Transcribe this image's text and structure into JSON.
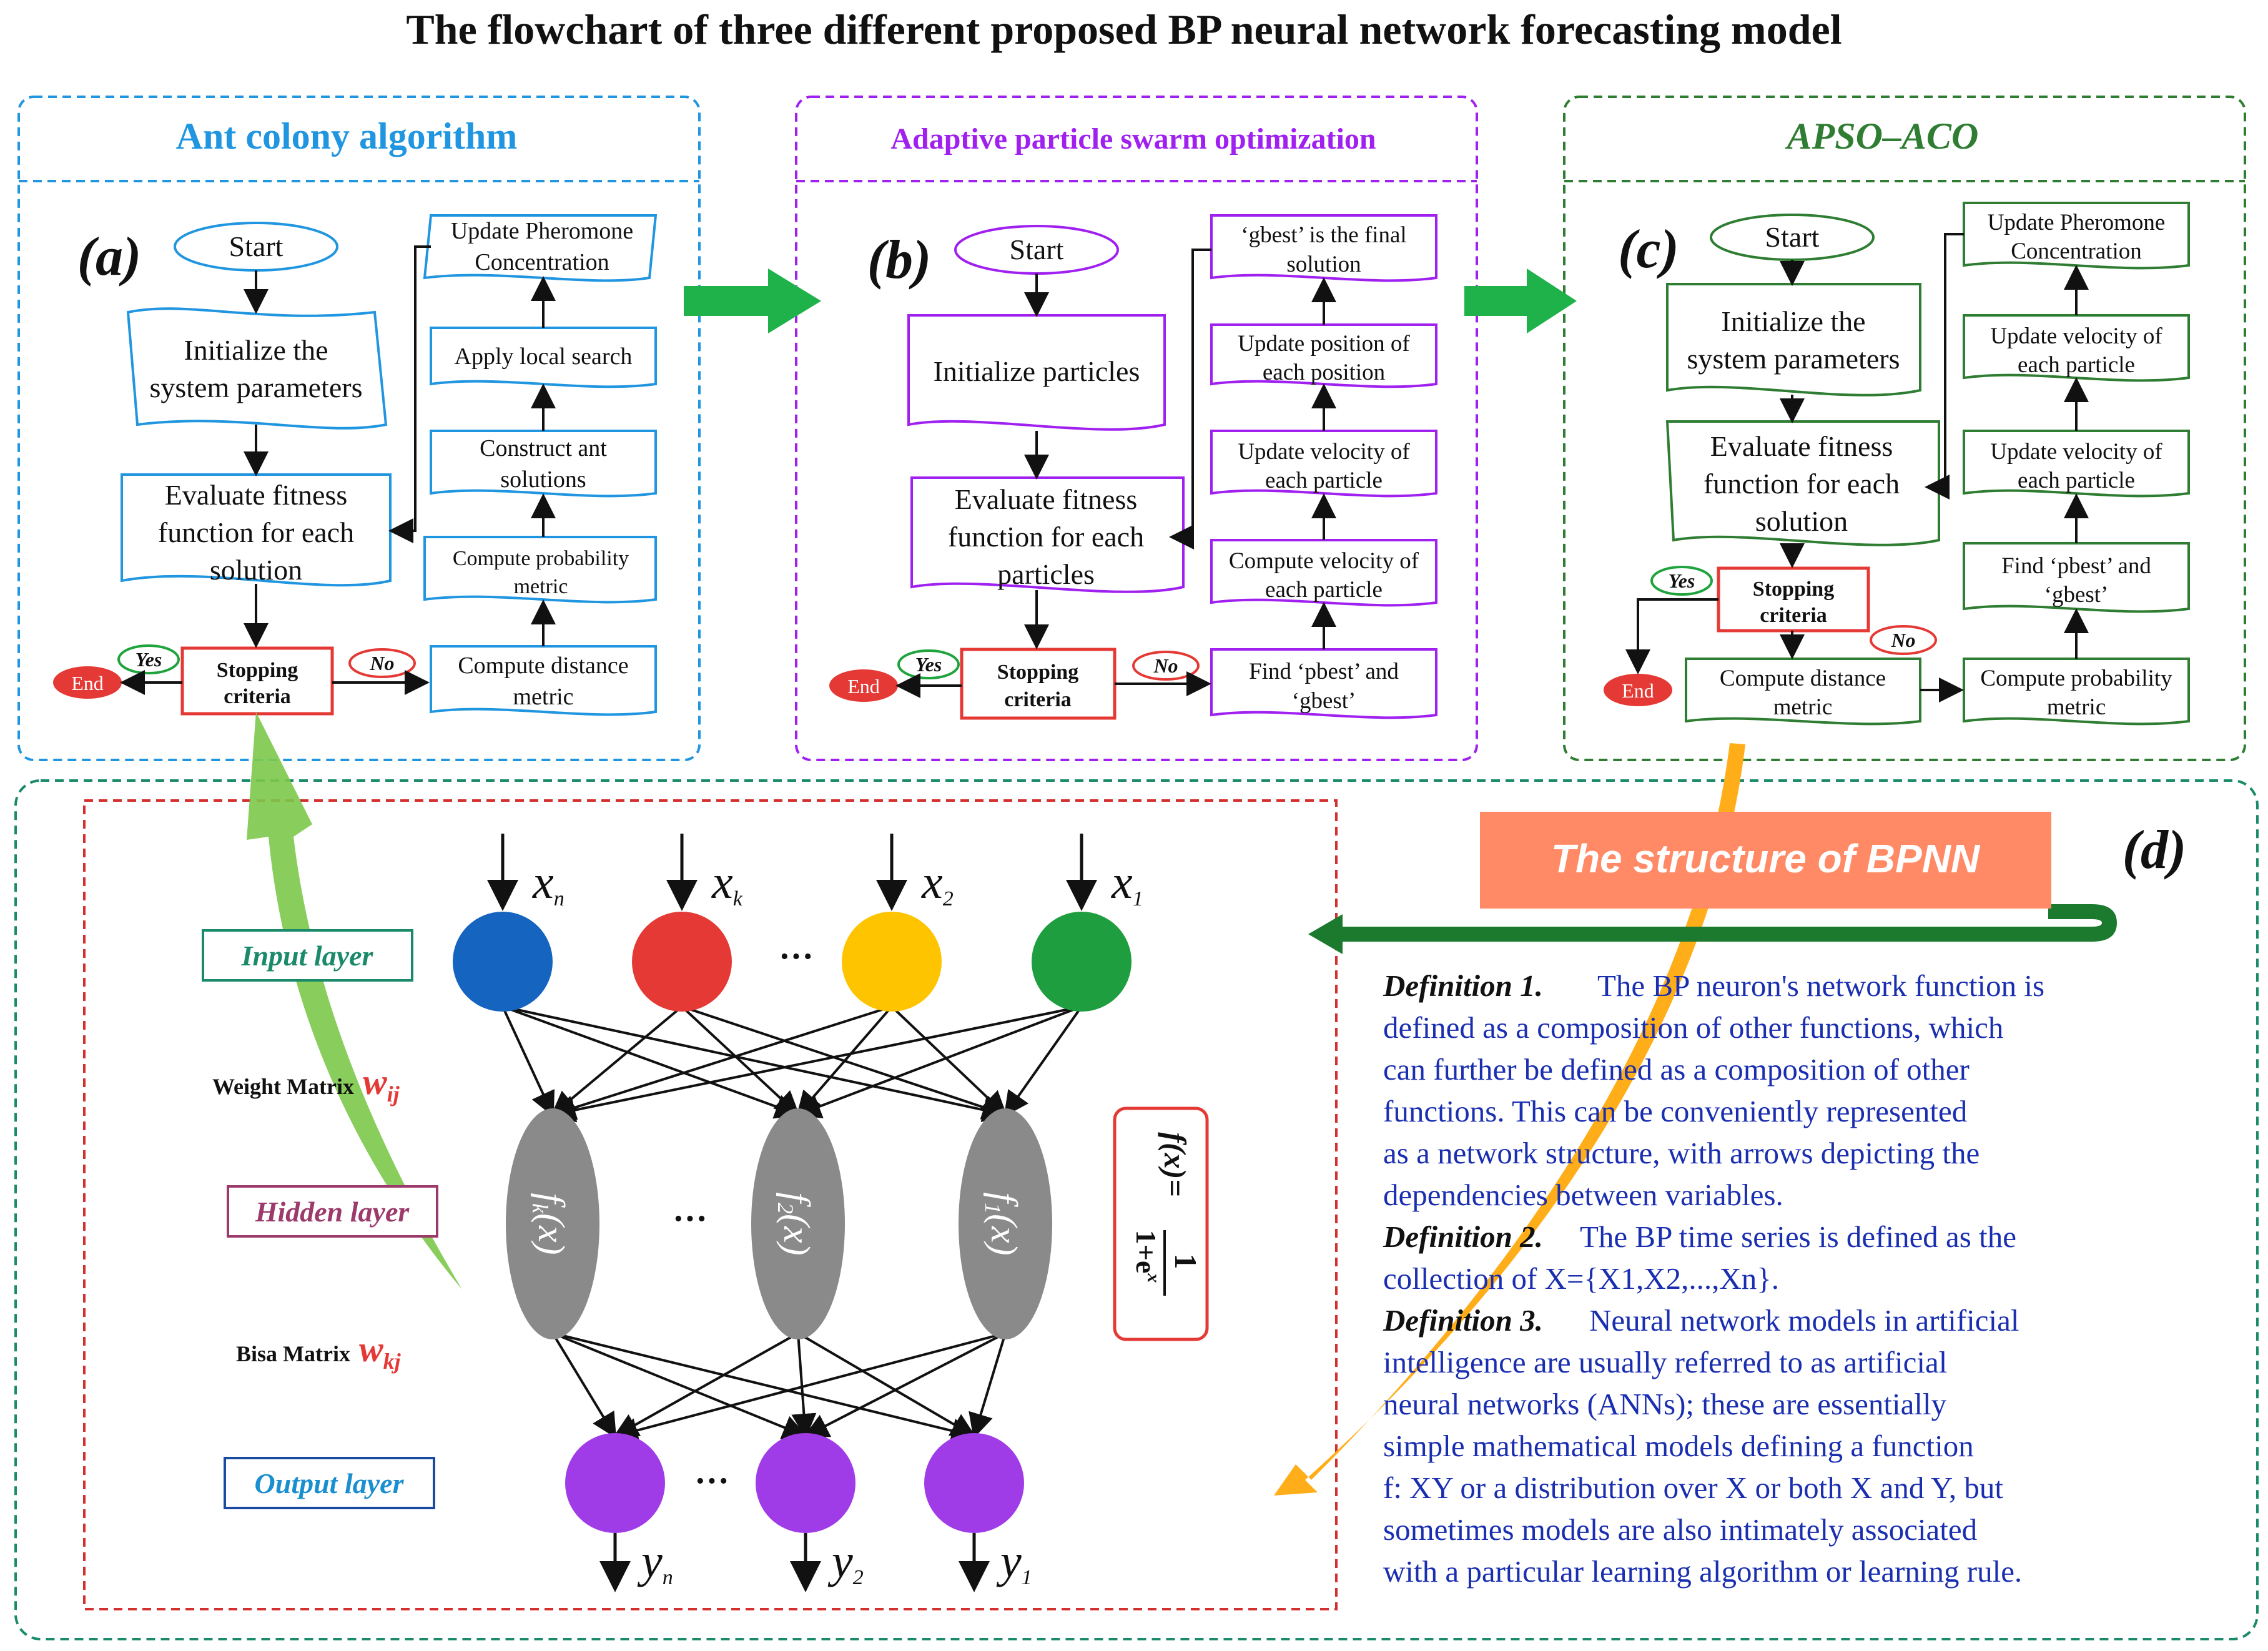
{
  "title": "The flowchart of three different proposed BP neural network forecasting model",
  "colors": {
    "blue": "#2196e0",
    "purple": "#a020f0",
    "green": "#2e7d32",
    "red": "#e53935",
    "navy": "#1a237e",
    "orange": "#ff8a65"
  },
  "panel_a": {
    "header": "Ant colony algorithm",
    "label": "(a)",
    "start": "Start",
    "init": [
      "Initialize the",
      "system parameters"
    ],
    "evaluate": [
      "Evaluate fitness",
      "function for each",
      "solution"
    ],
    "stop": [
      "Stopping",
      "criteria"
    ],
    "end": "End",
    "yes": "Yes",
    "no": "No",
    "compute_distance": [
      "Compute distance",
      "metric"
    ],
    "compute_probability": [
      "Compute probability",
      "metric"
    ],
    "construct": [
      "Construct ant",
      "solutions"
    ],
    "local_search": "Apply local search",
    "update_pheromone": [
      "Update Pheromone",
      "Concentration"
    ]
  },
  "panel_b": {
    "header": "Adaptive particle swarm optimization",
    "label": "(b)",
    "start": "Start",
    "init": "Initialize particles",
    "evaluate": [
      "Evaluate fitness",
      "function for each",
      "particles"
    ],
    "stop": [
      "Stopping",
      "criteria"
    ],
    "end": "End",
    "yes": "Yes",
    "no": "No",
    "find_best": [
      "Find ‘pbest’ and",
      "‘gbest’"
    ],
    "compute_velocity": [
      "Compute velocity of",
      "each particle"
    ],
    "update_velocity": [
      "Update velocity of",
      "each particle"
    ],
    "update_position": [
      "Update position of",
      "each position"
    ],
    "final": [
      "‘gbest’ is the final",
      "solution"
    ]
  },
  "panel_c": {
    "header": "APSO–ACO",
    "label": "(c)",
    "start": "Start",
    "init": [
      "Initialize the",
      "system parameters"
    ],
    "evaluate": [
      "Evaluate fitness",
      "function for each",
      "solution"
    ],
    "stop": [
      "Stopping",
      "criteria"
    ],
    "end": "End",
    "yes": "Yes",
    "no": "No",
    "compute_distance": [
      "Compute distance",
      "metric"
    ],
    "compute_probability": [
      "Compute probability",
      "metric"
    ],
    "find_best": [
      "Find ‘pbest’ and",
      "‘gbest’"
    ],
    "update_velocity_1": [
      "Update velocity of",
      "each particle"
    ],
    "update_velocity_2": [
      "Update velocity of",
      "each particle"
    ],
    "update_pheromone": [
      "Update Pheromone",
      "Concentration"
    ]
  },
  "panel_d": {
    "label": "(d)",
    "banner": "The structure of BPNN",
    "input_layer": "Input layer",
    "hidden_layer": "Hidden layer",
    "output_layer": "Output layer",
    "weight_matrix": "Weight Matrix",
    "weight_symbol": "w",
    "weight_sub": "ij",
    "bias_matrix": "Bisa Matrix",
    "bias_symbol": "w",
    "bias_sub": "kj",
    "inputs": [
      {
        "name": "x",
        "sub": "n",
        "color": "#1565c0"
      },
      {
        "name": "x",
        "sub": "k",
        "color": "#e53935"
      },
      {
        "name": "x",
        "sub": "2",
        "color": "#ffc400"
      },
      {
        "name": "x",
        "sub": "1",
        "color": "#1e9e3e"
      }
    ],
    "hidden": [
      {
        "f": "f",
        "sub": "k",
        "arg": "(x)"
      },
      {
        "f": "f",
        "sub": "2",
        "arg": "(x)"
      },
      {
        "f": "f",
        "sub": "1",
        "arg": "(x)"
      }
    ],
    "outputs": [
      {
        "name": "y",
        "sub": "n"
      },
      {
        "name": "y",
        "sub": "2"
      },
      {
        "name": "y",
        "sub": "1"
      }
    ],
    "ellipsis": "···",
    "formula": {
      "lhs": "f(x)=",
      "num": "1",
      "den": "1+e",
      "exp": "x"
    },
    "definitions": [
      {
        "head": "Definition 1.",
        "lines": [
          "The BP neuron's network function is",
          "defined as a composition of other functions, which",
          "can further be defined as a composition of other",
          "functions. This can be conveniently represented",
          "as a network structure, with arrows depicting the",
          "dependencies between variables."
        ]
      },
      {
        "head": "Definition 2.",
        "lines": [
          "The BP time series is defined as the",
          "collection of X={X1,X2,...,Xn}."
        ]
      },
      {
        "head": "Definition 3.",
        "lines": [
          "Neural network models in artificial",
          "intelligence are usually referred to as artificial",
          "neural networks (ANNs); these are essentially",
          "simple mathematical models defining a function",
          "f: XY or a distribution over X or both X and Y, but",
          "sometimes models are also intimately associated",
          "with a particular learning algorithm or learning rule."
        ]
      }
    ]
  }
}
